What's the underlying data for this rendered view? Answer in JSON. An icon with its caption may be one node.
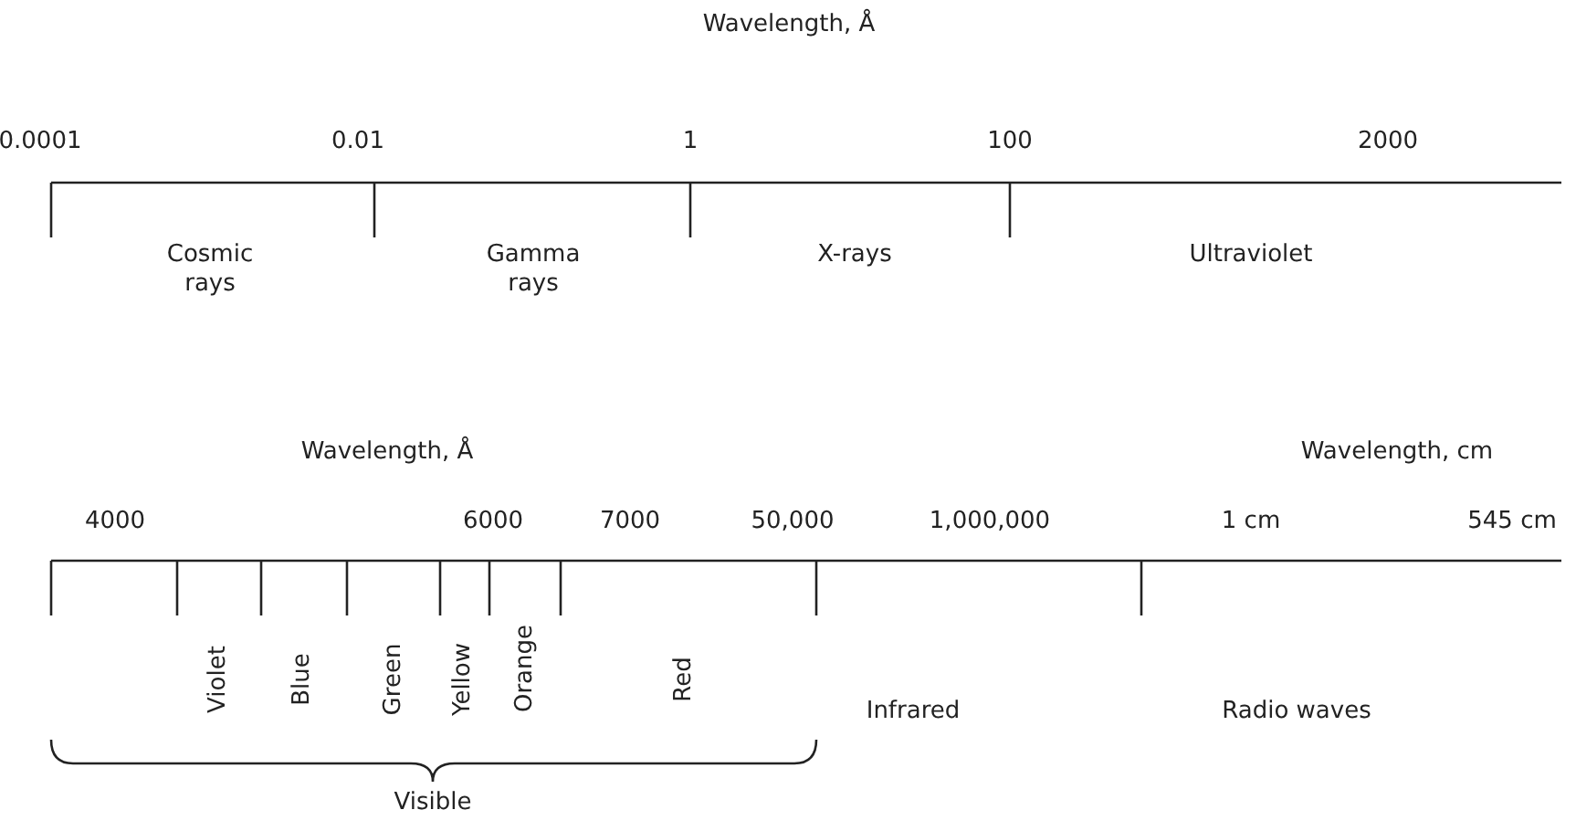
{
  "diagram": {
    "title": "Wavelength, Å",
    "labels": [
      "0.0001",
      "0.01",
      "1",
      "100",
      "2000",
      "Cosmic rays",
      "Gamma rays",
      "X-rays",
      "Ultraviolet",
      "Wavelength, Å",
      "Wavelength, cm",
      "4000",
      "6000",
      "7000",
      "50,000",
      "1,000,000",
      "1 cm",
      "545 cm",
      "Violet",
      "Blue",
      "Green",
      "Yellow",
      "Orange",
      "Red",
      "Infrared",
      "Radio waves",
      "Visible"
    ]
  }
}
